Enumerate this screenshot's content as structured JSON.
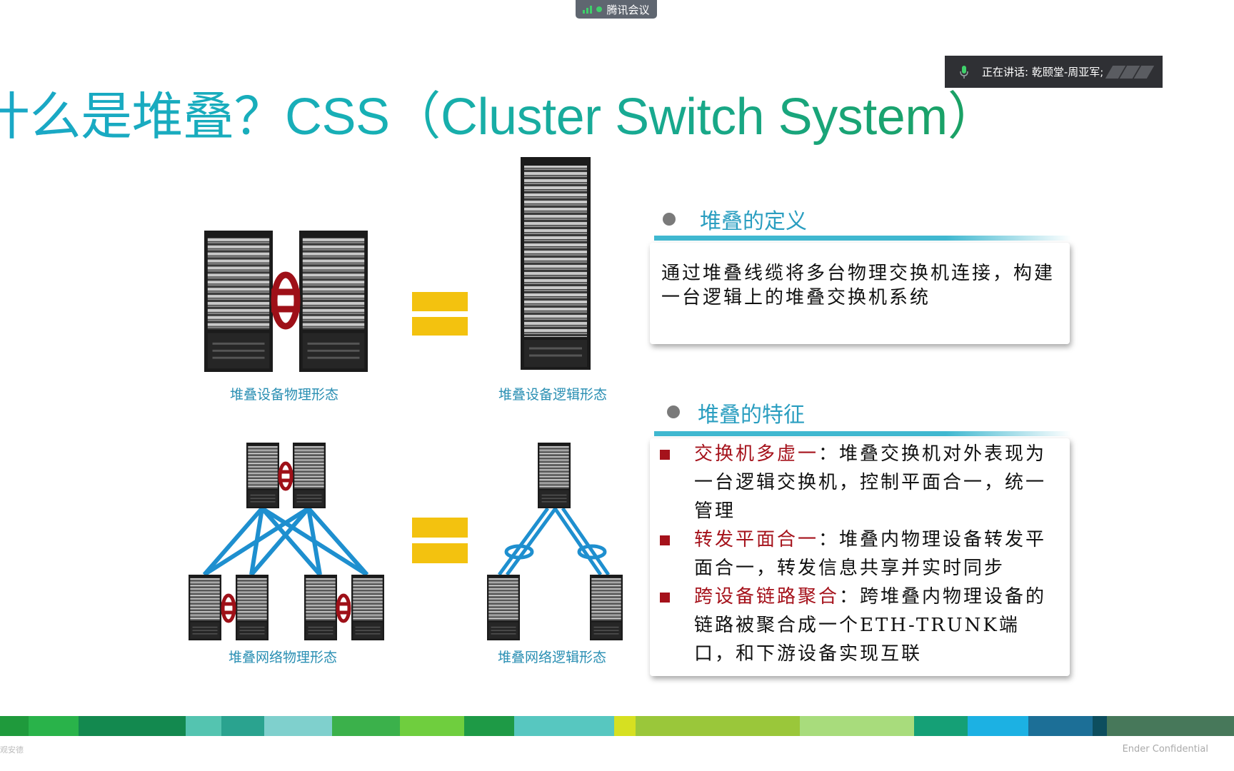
{
  "meeting_bar": {
    "app_label": "腾讯会议"
  },
  "speaker_bar": {
    "label": "正在讲话: 乾颐堂-周亚军;"
  },
  "slide": {
    "title": "什么是堆叠？CSS（Cluster Switch System）",
    "captions": {
      "physical_device": "堆叠设备物理形态",
      "logical_device": "堆叠设备逻辑形态",
      "physical_network": "堆叠网络物理形态",
      "logical_network": "堆叠网络逻辑形态"
    },
    "definition": {
      "heading": "堆叠的定义",
      "text": "通过堆叠线缆将多台物理交换机连接，构建一台逻辑上的堆叠交换机系统"
    },
    "features": {
      "heading": "堆叠的特征",
      "items": [
        {
          "term": "交换机多虚一",
          "text": "：堆叠交换机对外表现为一台逻辑交换机，控制平面合一，统一管理"
        },
        {
          "term": "转发平面合一",
          "text": "：堆叠内物理设备转发平面合一，转发信息共享并实时同步"
        },
        {
          "term": "跨设备链路聚合",
          "text": "：跨堆叠内物理设备的链路被聚合成一个ETH-TRUNK端口，和下游设备实现互联"
        }
      ]
    },
    "footer_note": "Ender Confidential",
    "left_note": "观安德"
  },
  "colors": {
    "accent_cyan": "#2a9ec0",
    "highlight_red": "#a5121b",
    "equals_yellow": "#f3c20f",
    "link_blue": "#1e8fcf"
  }
}
